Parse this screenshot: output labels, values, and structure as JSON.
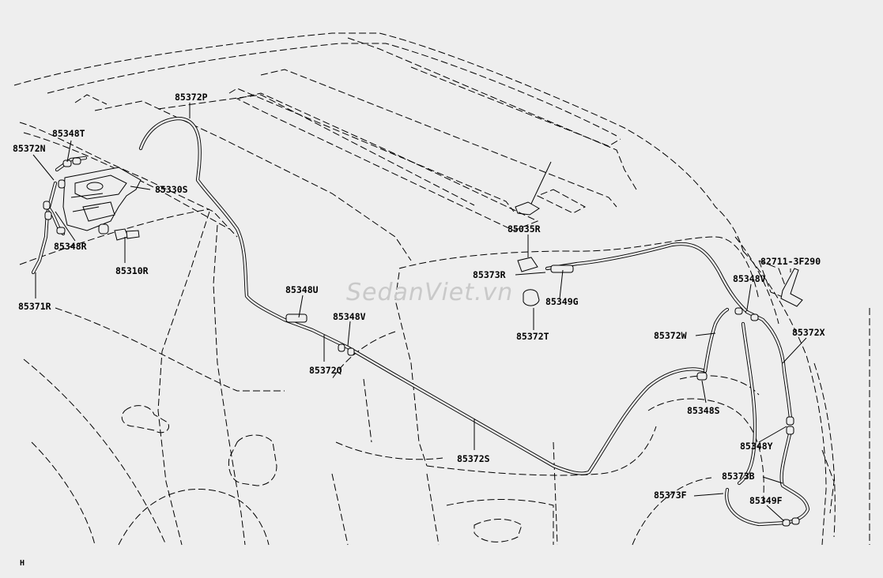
{
  "watermark": "SedanViet.vn",
  "corner_mark": "H",
  "parts": {
    "p85372P": "85372P",
    "p85348T": "85348T",
    "p85372N": "85372N",
    "p85330S": "85330S",
    "p85348R": "85348R",
    "p85310R": "85310R",
    "p85371R": "85371R",
    "p85348U": "85348U",
    "p85348V_center": "85348V",
    "p85372Q": "85372Q",
    "p85372S": "85372S",
    "p85035R": "85035R",
    "p85373R": "85373R",
    "p85349G": "85349G",
    "p85372T": "85372T",
    "p82711": "82711-3F290",
    "p85348V_right": "85348V",
    "p85372W": "85372W",
    "p85372X": "85372X",
    "p85348S": "85348S",
    "p85348Y": "85348Y",
    "p85373B": "85373B",
    "p85373F": "85373F",
    "p85349F": "85349F"
  }
}
